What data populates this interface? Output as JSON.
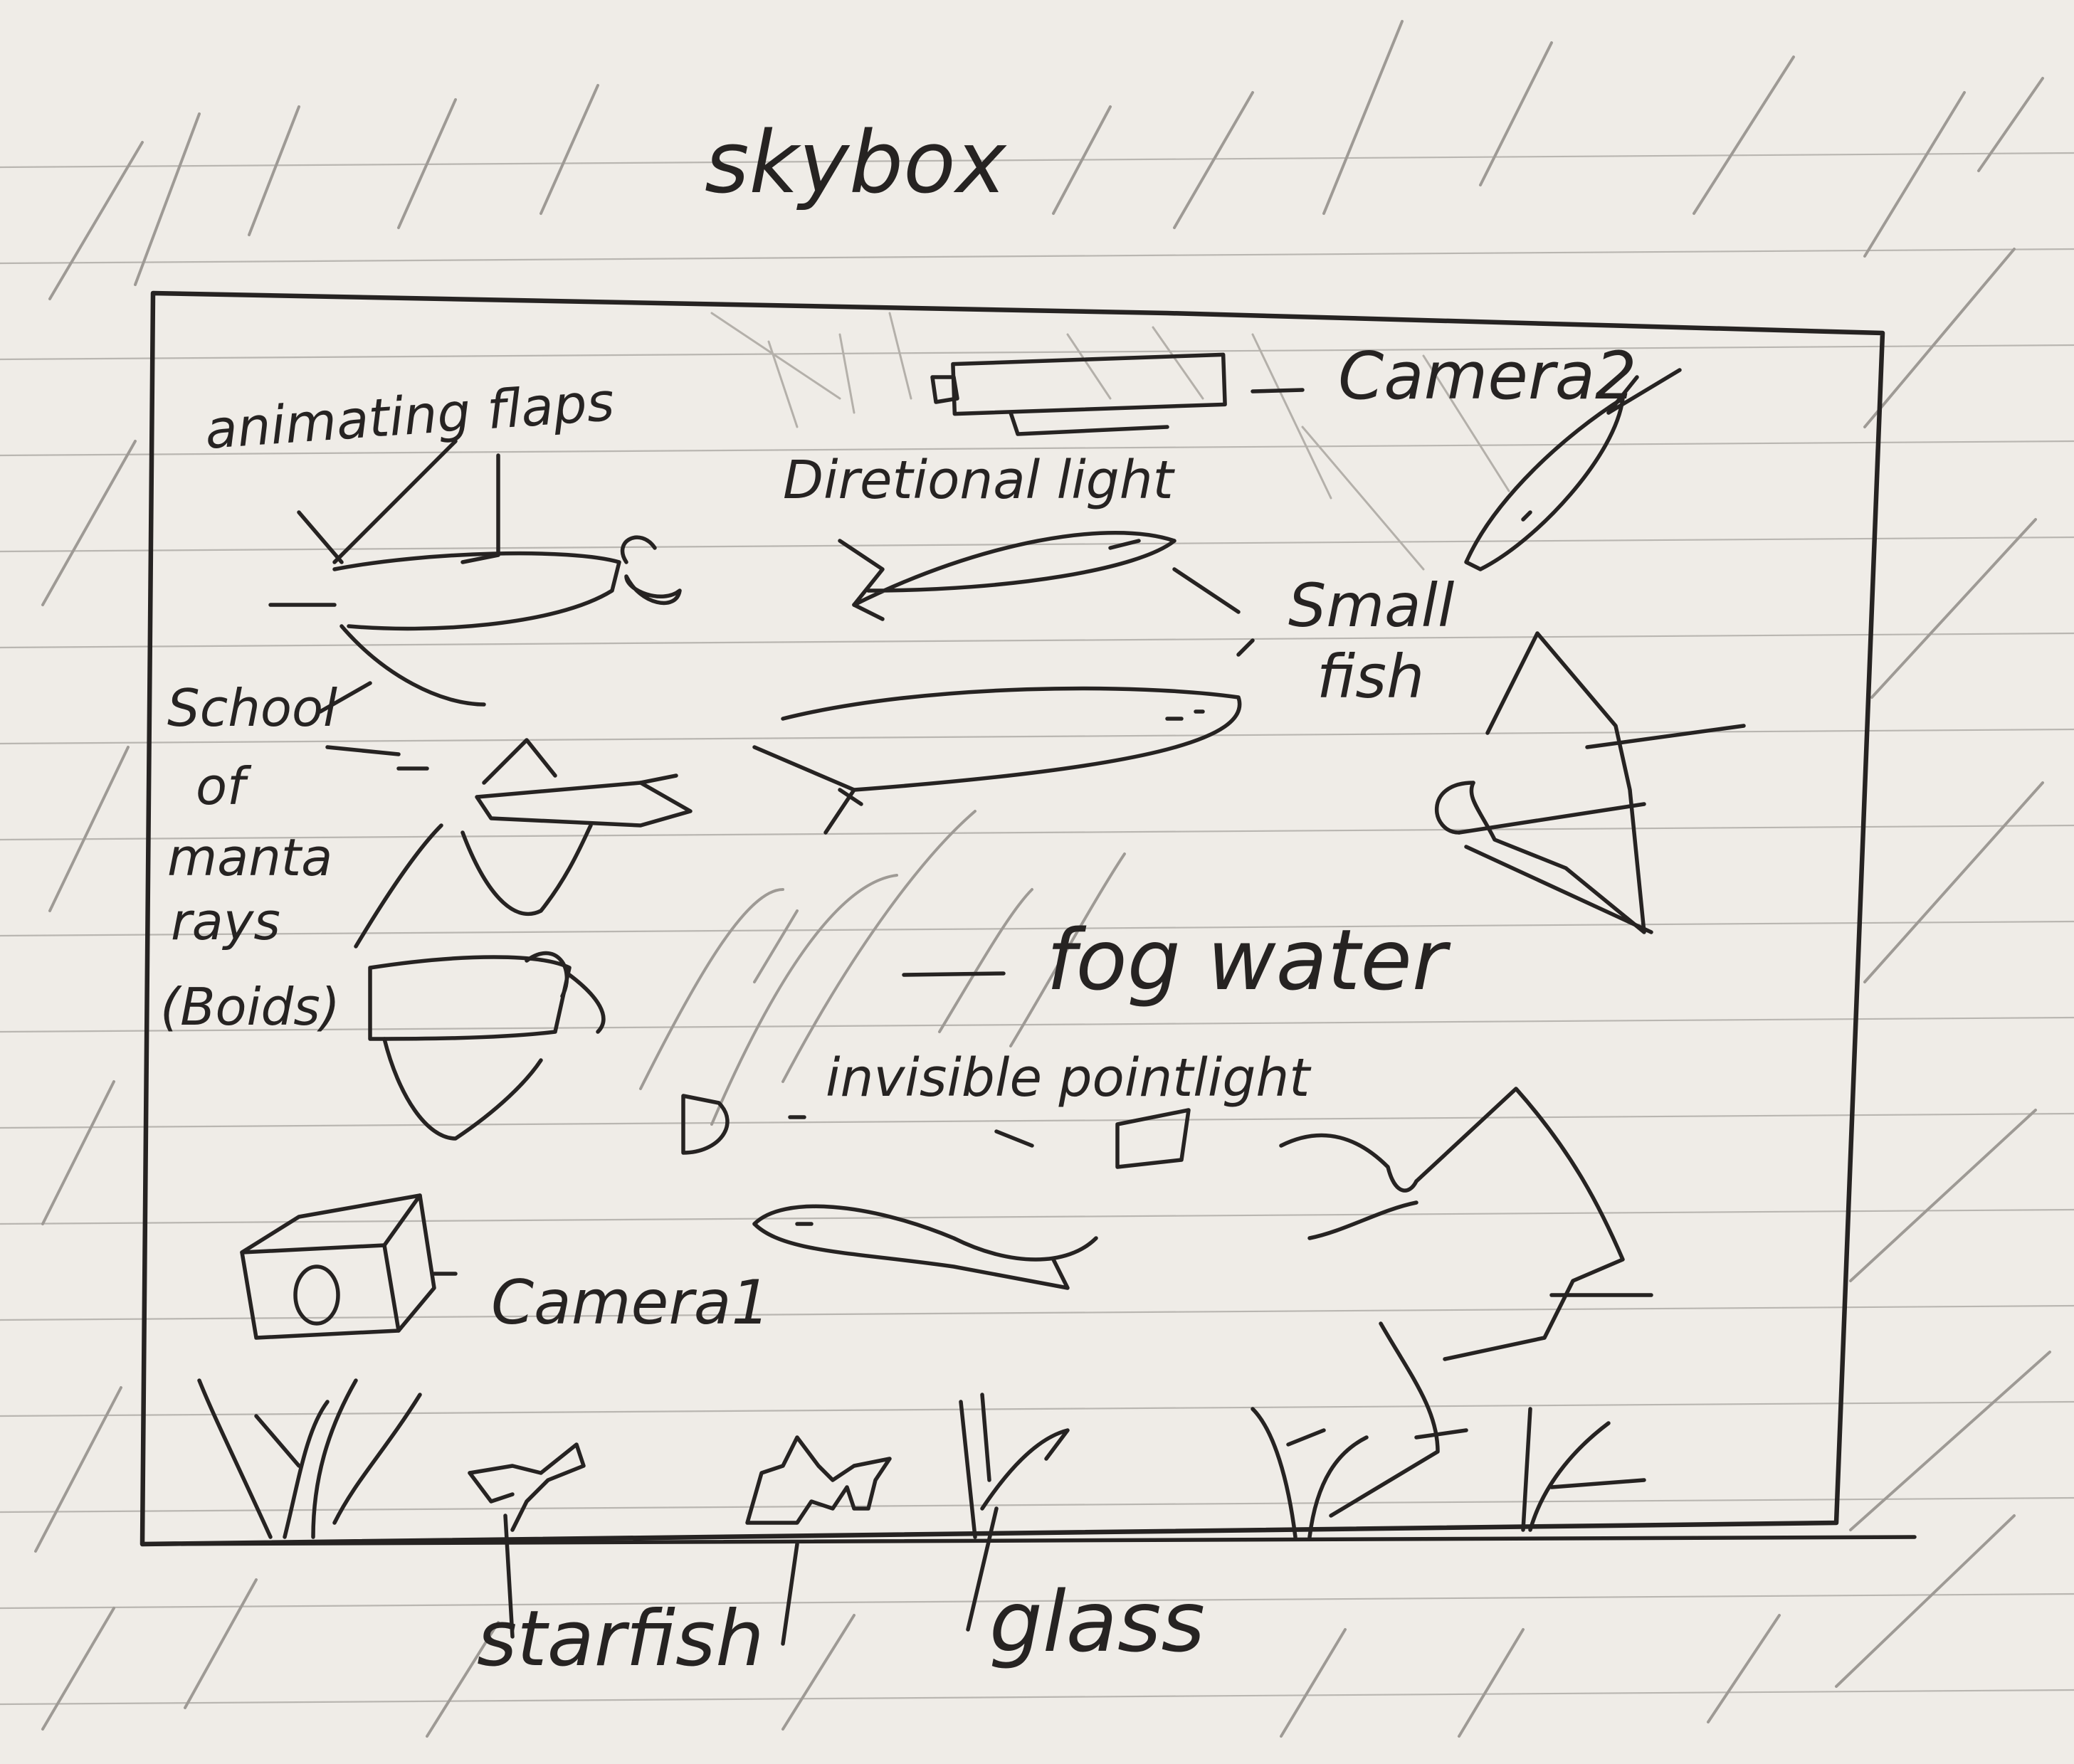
{
  "labels": {
    "skybox": "skybox",
    "camera2": "Camera2",
    "animating_flaps": "animating flaps",
    "directional_light": "Diretional light",
    "small_fish_line1": "Small",
    "small_fish_line2": "fish",
    "school_line1": "School",
    "school_line2": "of",
    "school_line3": "manta",
    "school_line4": "rays",
    "school_line5": "(Boids)",
    "fog_water": "fog water",
    "invisible_pointlight": "invisible pointlight",
    "camera1": "Camera1",
    "starfish": "starfish",
    "glass": "glass"
  },
  "colors": {
    "paper": "#efece7",
    "ink": "#262322",
    "rule_line": "#b9b6b1",
    "hatch": "#9e9a95"
  }
}
